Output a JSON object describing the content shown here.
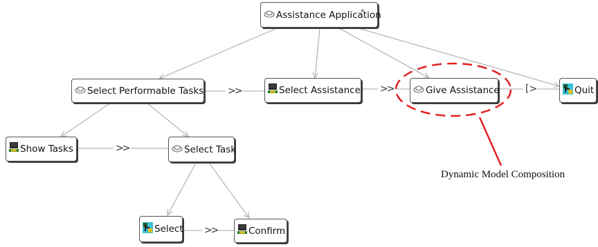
{
  "nodes": {
    "assistance_application": {
      "label": "Assistance Application",
      "icon": "abstract-task-icon",
      "marker": "*"
    },
    "select_performable_tasks": {
      "label": "Select Performable Tasks",
      "icon": "abstract-task-icon"
    },
    "select_assistance": {
      "label": "Select Assistance",
      "icon": "interaction-task-icon"
    },
    "give_assistance": {
      "label": "Give Assistance",
      "icon": "abstract-task-icon"
    },
    "quit": {
      "label": "Quit",
      "icon": "user-task-icon"
    },
    "show_tasks": {
      "label": "Show Tasks",
      "icon": "interaction-task-icon"
    },
    "select_task": {
      "label": "Select Task",
      "icon": "abstract-task-icon"
    },
    "select": {
      "label": "Select",
      "icon": "user-task-icon"
    },
    "confirm": {
      "label": "Confirm",
      "icon": "interaction-task-icon"
    }
  },
  "operators": {
    "enabling": ">>",
    "disabling": "[>"
  },
  "annotation": {
    "text": "Dynamic Model Composition",
    "color": "#e02020"
  },
  "colors": {
    "connector": "#b8b8b8",
    "node_border": "#555555",
    "highlight": "#e02020"
  }
}
